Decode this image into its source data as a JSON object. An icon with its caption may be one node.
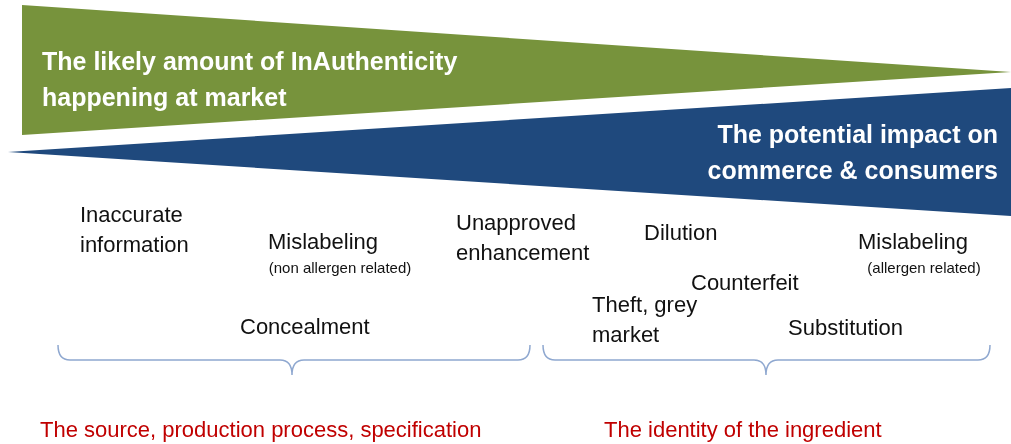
{
  "diagram": {
    "nodes": [
      {
        "text": [
          "The likely amount of InAuthenticity happening at market"
        ]
      },
      {
        "text": [
          "The potential impact on commerce & consumers"
        ]
      }
    ],
    "labels": [
      "Inaccurate information",
      "Mislabeling",
      "(non allergen related)",
      "Unapproved enhancement",
      "Dilution",
      "Mislabeling",
      "(allergen related)",
      "Counterfeit",
      "Theft, grey market",
      "Concealment",
      "Substitution",
      "The source, production process, specification",
      "The identity of the ingredient"
    ]
  }
}
